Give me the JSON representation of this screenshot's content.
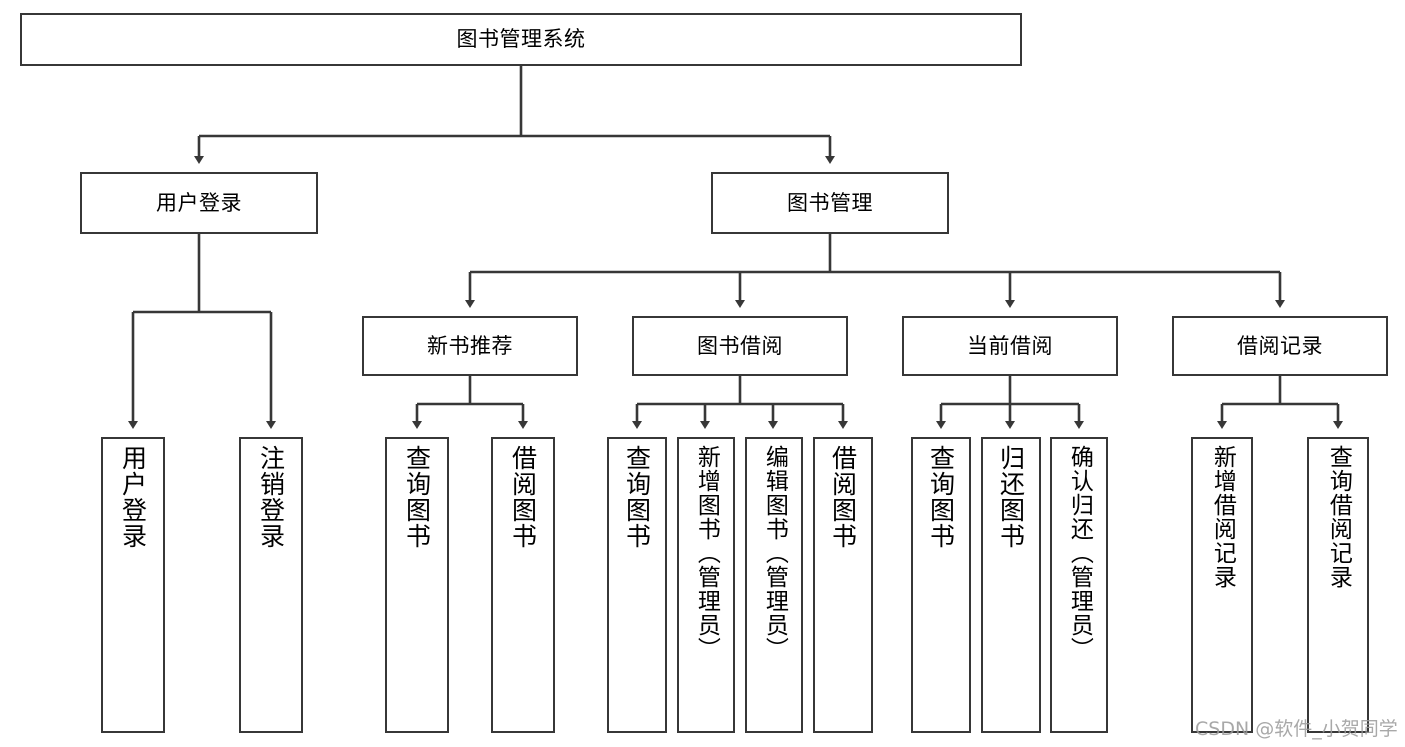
{
  "diagram": {
    "title": "图书管理系统",
    "type": "tree-hierarchy",
    "root": {
      "label": "图书管理系统"
    },
    "level2": [
      {
        "label": "用户登录"
      },
      {
        "label": "图书管理"
      }
    ],
    "level3": [
      {
        "label": "新书推荐"
      },
      {
        "label": "图书借阅"
      },
      {
        "label": "当前借阅"
      },
      {
        "label": "借阅记录"
      }
    ],
    "leaves": {
      "user_login": [
        {
          "label": "用户登录"
        },
        {
          "label": "注销登录"
        }
      ],
      "new_book_recommend": [
        {
          "label": "查询图书"
        },
        {
          "label": "借阅图书"
        }
      ],
      "book_borrow": [
        {
          "label": "查询图书"
        },
        {
          "label": "新增图书（管理员）"
        },
        {
          "label": "编辑图书（管理员）"
        },
        {
          "label": "借阅图书"
        }
      ],
      "current_borrow": [
        {
          "label": "查询图书"
        },
        {
          "label": "归还图书"
        },
        {
          "label": "确认归还（管理员）"
        }
      ],
      "borrow_record": [
        {
          "label": "新增借阅记录"
        },
        {
          "label": "查询借阅记录"
        }
      ]
    }
  },
  "watermark": {
    "text": "CSDN @软件_小贺同学"
  },
  "colors": {
    "stroke": "#373737",
    "background": "#ffffff",
    "text": "#000000",
    "watermark": "#9a9a9a"
  }
}
